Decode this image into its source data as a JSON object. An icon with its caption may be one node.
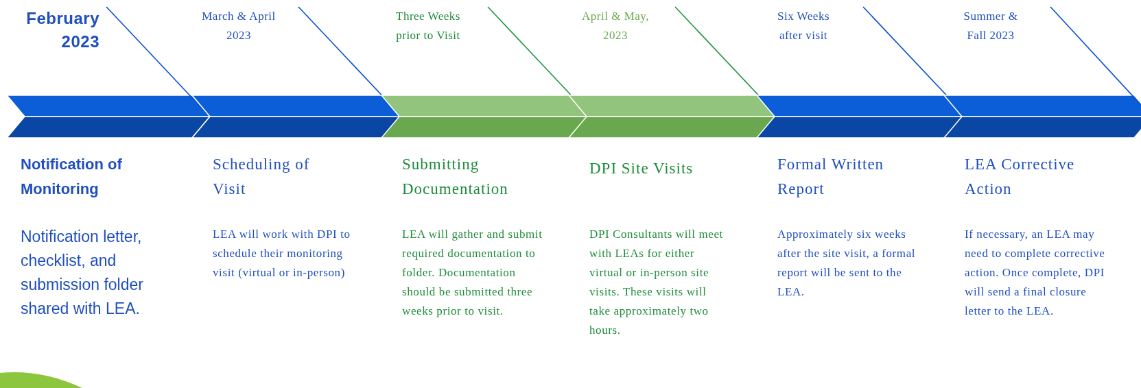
{
  "diagram": {
    "nodes": [
      {
        "text": [
          "Notification of Monitoring",
          "Notification letter, checklist, and submission folder shared with LEA."
        ]
      },
      {
        "text": [
          "Scheduling of Visit",
          "LEA will work with DPI to schedule their monitoring visit (virtual or in-person)"
        ]
      },
      {
        "text": [
          "Submitting Documentation",
          "LEA will gather and submit required documentation to folder. Documentation should be submitted three weeks prior to visit."
        ]
      },
      {
        "text": [
          "DPI Site Visits",
          "DPI Consultants will meet with LEAs for either virtual or in-person site visits. These visits will take approximately two hours."
        ]
      },
      {
        "text": [
          "Formal Written Report",
          "Approximately six weeks after the site visit, a formal report will be sent to the LEA."
        ]
      },
      {
        "text": [
          "LEA Corrective Action",
          "If necessary, an LEA may need to complete corrective action. Once complete, DPI will send a final closure letter to the LEA."
        ]
      }
    ],
    "labels": [
      "February 2023",
      "March & April 2023",
      "Three Weeks prior to Visit",
      "April & May, 2023",
      "Six Weeks after visit",
      "Summer & Fall 2023"
    ]
  }
}
